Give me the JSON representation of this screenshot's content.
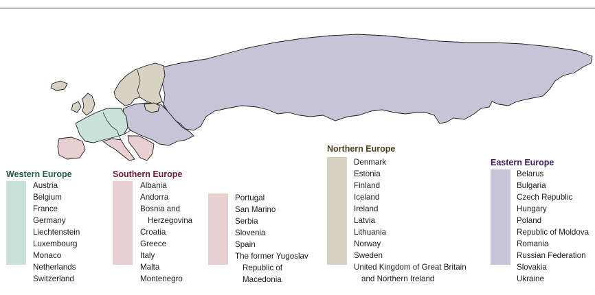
{
  "colors": {
    "western": "#c9e2da",
    "southern": "#e8cfd0",
    "northern": "#d7d2c3",
    "eastern": "#c8c4d8",
    "western_title": "#1f5c45",
    "southern_title": "#6e1a28",
    "northern_title": "#4a4020",
    "eastern_title": "#3c1a5c"
  },
  "legend": {
    "western": {
      "title": "Western Europe",
      "countries": [
        "Austria",
        "Belgium",
        "France",
        "Germany",
        "Liechtenstein",
        "Luxembourg",
        "Monaco",
        "Netherlands",
        "Switzerland"
      ]
    },
    "southern": {
      "title": "Southern Europe",
      "col1": [
        "Albania",
        "Andorra",
        "Bosnia and",
        "Herzegovina",
        "Croatia",
        "Greece",
        "Italy",
        "Malta",
        "Montenegro"
      ],
      "col2": [
        "Portugal",
        "San Marino",
        "Serbia",
        "Slovenia",
        "Spain",
        "The former Yugoslav",
        "Republic of",
        "Macedonia"
      ]
    },
    "northern": {
      "title": "Northern Europe",
      "countries": [
        "Denmark",
        "Estonia",
        "Finland",
        "Iceland",
        "Ireland",
        "Latvia",
        "Lithuania",
        "Norway",
        "Sweden",
        "United Kingdom of Great Britain",
        "and Northern Ireland"
      ]
    },
    "eastern": {
      "title": "Eastern Europe",
      "countries": [
        "Belarus",
        "Bulgaria",
        "Czech Republic",
        "Hungary",
        "Poland",
        "Republic of Moldova",
        "Romania",
        "Russian Federation",
        "Slovakia",
        "Ukraine"
      ]
    }
  }
}
